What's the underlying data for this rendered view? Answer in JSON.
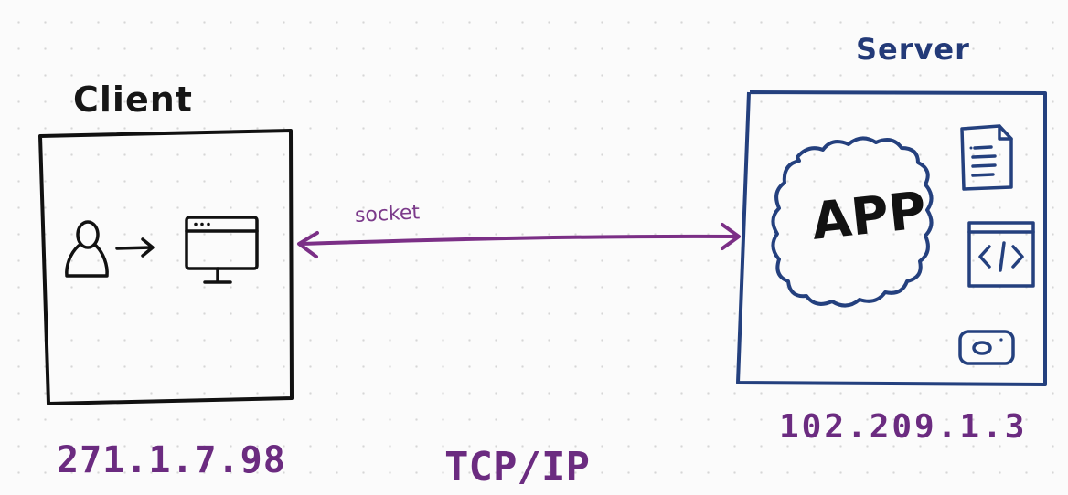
{
  "client": {
    "title": "Client",
    "ip": "271.1.7.98"
  },
  "server": {
    "title": "Server",
    "ip": "102.209.1.3",
    "app_label": "APP",
    "side_icons": [
      "document-icon",
      "code-window-icon",
      "camera-icon"
    ]
  },
  "connection": {
    "label": "socket",
    "direction": "bidirectional"
  },
  "protocol": "TCP/IP",
  "colors": {
    "client_ink": "#161616",
    "server_ink": "#233a78",
    "connection_ink": "#7b2f86"
  }
}
